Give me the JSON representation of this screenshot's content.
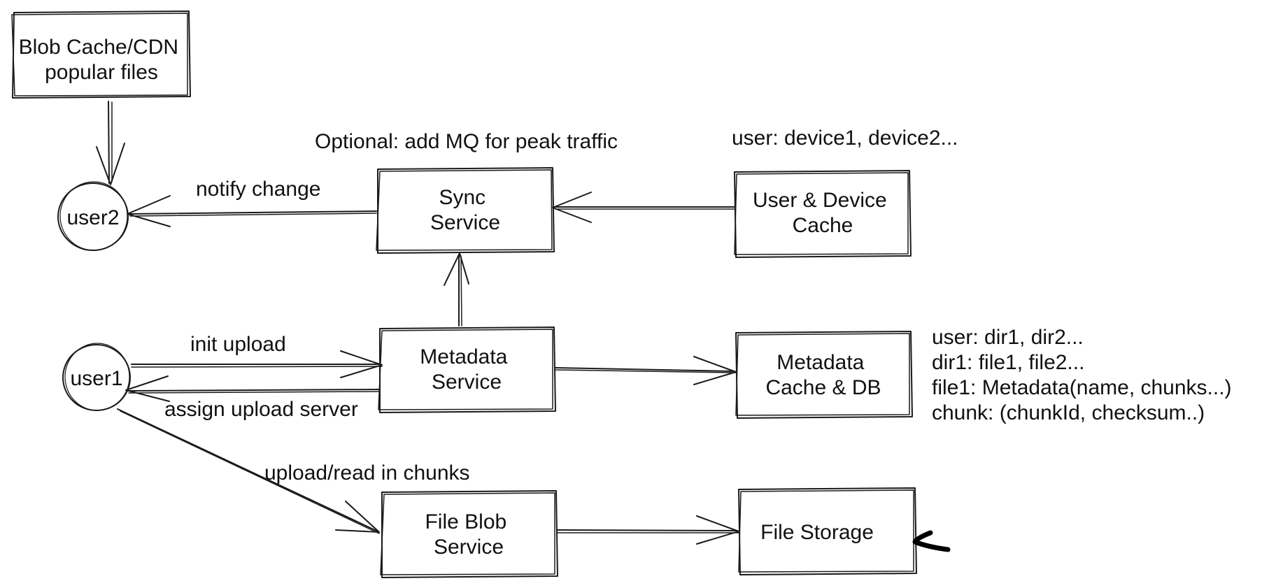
{
  "nodes": {
    "blob_cache": {
      "lines": [
        "Blob Cache/CDN",
        "popular files"
      ]
    },
    "user2": {
      "lines": [
        "user2"
      ]
    },
    "sync_service": {
      "lines": [
        "Sync",
        "Service"
      ]
    },
    "user_device_cache": {
      "lines": [
        "User & Device",
        "Cache"
      ]
    },
    "user1": {
      "lines": [
        "user1"
      ]
    },
    "metadata_service": {
      "lines": [
        "Metadata",
        "Service"
      ]
    },
    "metadata_cache_db": {
      "lines": [
        "Metadata",
        "Cache & DB"
      ]
    },
    "file_blob_service": {
      "lines": [
        "File Blob",
        "Service"
      ]
    },
    "file_storage": {
      "lines": [
        "File Storage"
      ]
    }
  },
  "notes": {
    "mq_note": "Optional: add MQ for peak traffic",
    "user_devices_note": "user: device1, device2...",
    "metadata_schema": [
      "user: dir1, dir2...",
      "dir1: file1, file2...",
      "file1: Metadata(name, chunks...)",
      "chunk: (chunkId, checksum..)"
    ]
  },
  "edges": {
    "notify_change": "notify change",
    "init_upload": "init upload",
    "assign_upload_server": "assign upload server",
    "upload_read_chunks": "upload/read in chunks"
  },
  "colors": {
    "ink": "#1a1a1a",
    "background": "#ffffff"
  }
}
